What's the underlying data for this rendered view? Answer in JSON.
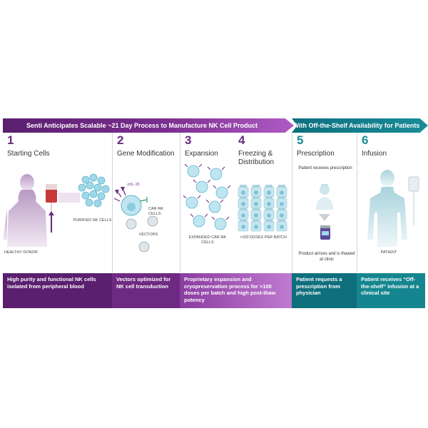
{
  "banner": {
    "left": "Senti Anticipates Scalable ~21 Day Process to Manufacture NK Cell Product",
    "right": "With Off-the-Shelf Availability for Patients"
  },
  "steps": [
    {
      "number": "1",
      "title": "Starting Cells",
      "labels": {
        "donor": "HEALTHY DONOR",
        "purified": "PURIFIED NK CELLS"
      },
      "description": "High purity and functional NK cells isolated from peripheral blood"
    },
    {
      "number": "2",
      "title": "Gene Modification",
      "labels": {
        "crl": "crIL-15",
        "carnk": "CAR-NK CELLS",
        "vectors": "VECTORS"
      },
      "description": "Vectors optimized for NK cell transduction"
    },
    {
      "number": "3",
      "title": "Expansion",
      "labels": {
        "expanded": "EXPANDED CAR-NK CELLS"
      },
      "description": "Proprietary expansion and cryopreservation process for >100 doses per batch and high post-thaw potency"
    },
    {
      "number": "4",
      "title": "Freezing & Distribution",
      "labels": {
        "doses": ">100 DOSES PER BATCH"
      },
      "description": ""
    },
    {
      "number": "5",
      "title": "Prescription",
      "labels": {
        "receives": "Patient receives prescription",
        "arrives": "Product arrives and is thawed at clinic"
      },
      "description": "Patient requests a prescription from physician"
    },
    {
      "number": "6",
      "title": "Infusion",
      "labels": {
        "patient": "PATIENT"
      },
      "description": "Patient receives “Off-the-shelf” infusion at a clinical site"
    }
  ],
  "colors": {
    "purple": "#5a1f6e",
    "teal": "#1a8c98",
    "cell": "#9fd8e8"
  }
}
